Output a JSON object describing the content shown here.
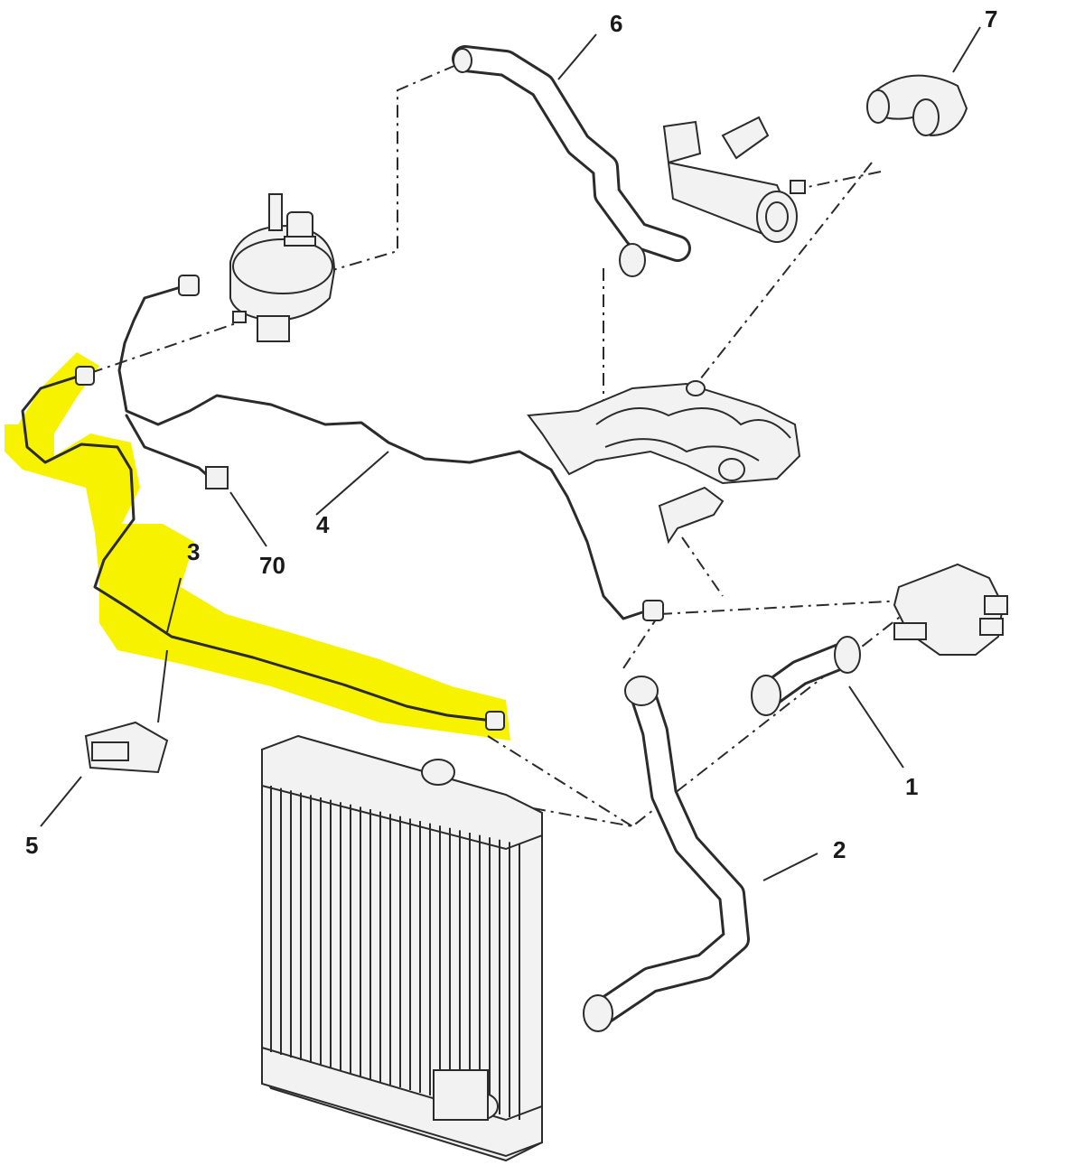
{
  "diagram": {
    "highlight_color": "#f7f300",
    "line_color": "#2b2b2b",
    "callouts": {
      "c1": "1",
      "c2": "2",
      "c3": "3",
      "c4": "4",
      "c5": "5",
      "c6": "6",
      "c7": "7",
      "c70": "70"
    }
  }
}
